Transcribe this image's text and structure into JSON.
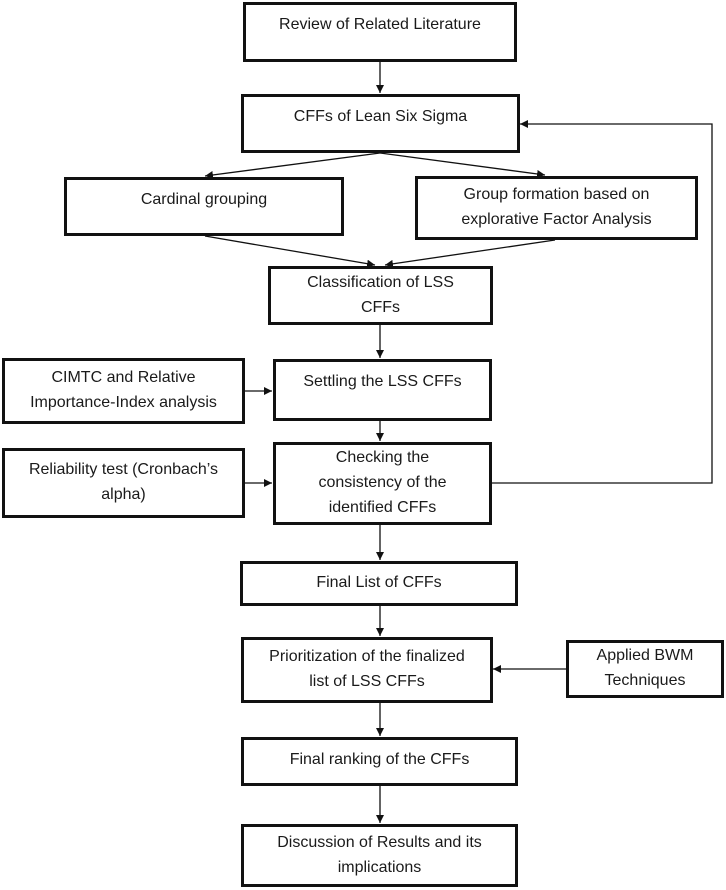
{
  "nodes": {
    "review": [
      "Review of Related Literature"
    ],
    "cffs": [
      "CFFs of Lean Six Sigma"
    ],
    "cardinal": [
      "Cardinal grouping"
    ],
    "group_formation": [
      "Group formation based on",
      "explorative Factor Analysis"
    ],
    "classification": [
      "Classification of LSS",
      "CFFs"
    ],
    "cimtc": [
      "CIMTC and Relative",
      "Importance-Index analysis"
    ],
    "settling": [
      "Settling the LSS CFFs"
    ],
    "reliability": [
      "Reliability test (Cronbach’s",
      "alpha)"
    ],
    "checking": [
      "Checking the",
      "consistency of the",
      "identified CFFs"
    ],
    "final_list": [
      "Final List of CFFs"
    ],
    "prioritization": [
      "Prioritization of the finalized",
      "list of LSS CFFs"
    ],
    "bwm": [
      "Applied BWM",
      "Techniques"
    ],
    "ranking": [
      "Final ranking of the CFFs"
    ],
    "discussion": [
      "Discussion of Results and its",
      "implications"
    ]
  }
}
